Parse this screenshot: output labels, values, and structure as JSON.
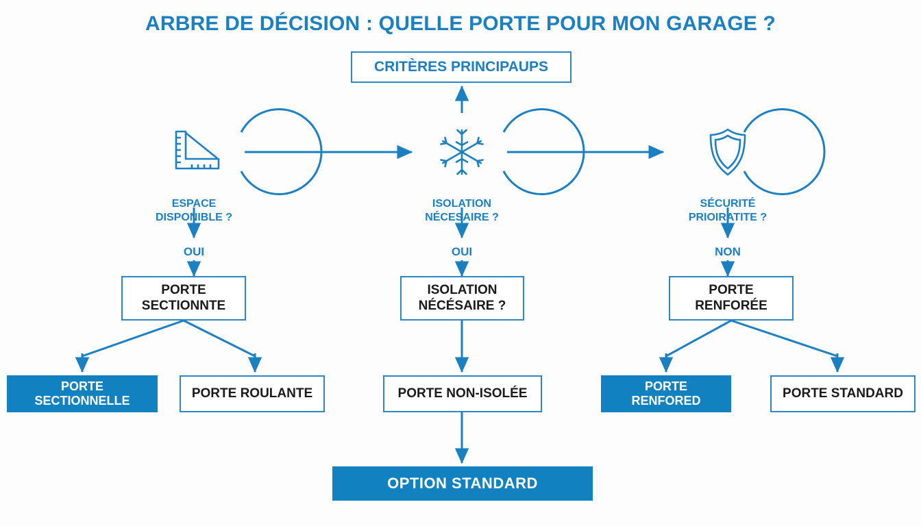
{
  "page": {
    "title": "ARBRE DE DÉCISION : QUELLE PORTE POUR MON GARAGE ?",
    "background_color": "#fdfdfe",
    "accent_color": "#1281c0",
    "outline_color": "#2d86c4",
    "text_blue": "#1b7fc0",
    "text_black": "#1a1a1a"
  },
  "header_box": {
    "label": "CRITÈRES PRINCIPAUPS"
  },
  "decision_nodes": [
    {
      "id": "espace",
      "icon": "ruler-square-icon",
      "label": "ESPACE\nDISPONIBLE ?",
      "branch_label": "OUI"
    },
    {
      "id": "isolation",
      "icon": "snowflake-icon",
      "label": "ISOLATION\nNÉCESAIRE ?",
      "branch_label": "OUI"
    },
    {
      "id": "securite",
      "icon": "shield-icon",
      "label": "SÉCURITÉ\nPRIOIRATITE ?",
      "branch_label": "NON"
    }
  ],
  "mid_boxes": [
    {
      "id": "porte-sectionnte",
      "label": "PORTE\nSECTIONNTE",
      "style": "outline-black"
    },
    {
      "id": "isolation-necessaire",
      "label": "ISOLATION\nNÉCÉSAIRE ?",
      "style": "outline-black"
    },
    {
      "id": "porte-renforee",
      "label": "PORTE\nRENFORÉE",
      "style": "outline-black"
    }
  ],
  "result_boxes": [
    {
      "id": "porte-sectionnelle",
      "label": "PORTE\nSECTIONNELLE",
      "style": "filled"
    },
    {
      "id": "porte-roulante",
      "label": "PORTE ROULANTE",
      "style": "outline-black"
    },
    {
      "id": "porte-non-isolee",
      "label": "PORTE NON-ISOLÉE",
      "style": "outline-black"
    },
    {
      "id": "porte-renfored",
      "label": "PORTE\nRENFORED",
      "style": "filled"
    },
    {
      "id": "porte-standard",
      "label": "PORTE STANDARD",
      "style": "outline-black"
    }
  ],
  "final_box": {
    "label": "OPTION STANDARD"
  }
}
